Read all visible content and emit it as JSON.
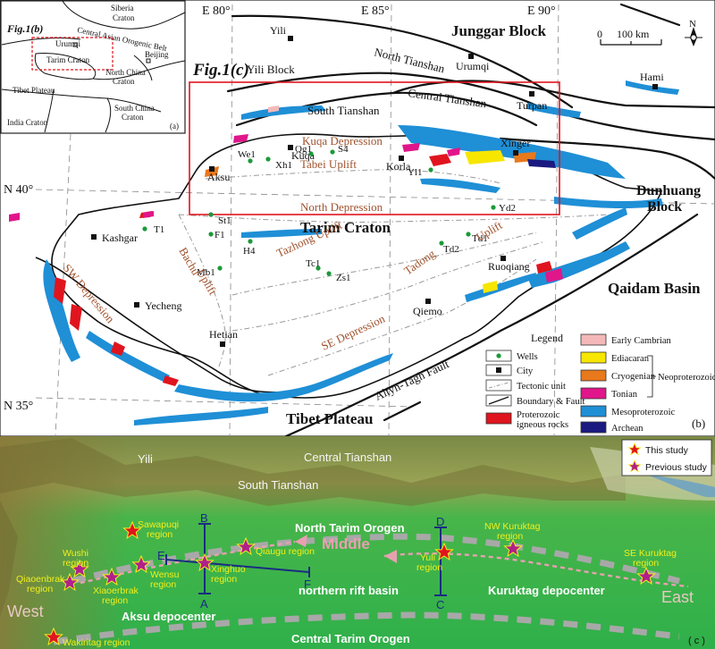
{
  "fig_b": {
    "panel_letter": "(b)",
    "title": "Fig.1(c)",
    "blocks": {
      "junggar": "Junggar Block",
      "tarim": "Tarim Craton",
      "tibet": "Tibet Plateau",
      "qaidam": "Qaidam Basin",
      "dunhuang_1": "Dunhuang",
      "dunhuang_2": "Block",
      "yili_block": "Yili Block",
      "south_tianshan": "South Tianshan",
      "central_tianshan": "Central Tianshan",
      "north_tianshan": "North Tianshan",
      "altyn_tagh": "Altyn-Tagh Fault"
    },
    "lon_labels": [
      "E 80°",
      "E 85°",
      "E 90°"
    ],
    "lat_labels": [
      "N 40°",
      "N 35°"
    ],
    "cities": {
      "yili": "Yili",
      "urumqi": "Urumqi",
      "hami": "Hami",
      "turpan": "Turpan",
      "xinger": "Xinger",
      "korla": "Korla",
      "aksu": "Aksu",
      "kuqa": "Kuqa",
      "kashgar": "Kashgar",
      "yecheng": "Yecheng",
      "hetian": "Hetian",
      "qiemo": "Qiemo",
      "ruoqiang": "Ruoqiang"
    },
    "wells": {
      "we1": "We1",
      "xh1": "Xh1",
      "qg1": "Qg1",
      "s4": "S4",
      "yl1": "Yl1",
      "yd2": "Yd2",
      "st1": "St1",
      "t1": "T1",
      "f1": "F1",
      "h4": "H4",
      "mb1": "Mb1",
      "tc1": "Tc1",
      "zs1": "Zs1",
      "td1": "Td1",
      "td2": "Td2"
    },
    "units": {
      "kuqa_dep": "Kuqa Depression",
      "tabei": "Tabei Uplift",
      "north_dep": "North Depression",
      "bachu_1": "Bachu",
      "bachu_2": "Uplift",
      "sw_dep": "SW Depression",
      "tazhong": "Tazhong Uplift",
      "tadong_1": "Tadong",
      "tadong_2": "Uplift",
      "se_dep": "SE Depression"
    },
    "scale": {
      "zero": "0",
      "label": "100 km"
    },
    "north": "N",
    "legend": {
      "title": "Legend",
      "wells": "Wells",
      "city": "City",
      "tectonic": "Tectonic unit",
      "boundary": "Boundary & Fault",
      "igneous_1": "Proterozoic",
      "igneous_2": "igneous rocks",
      "early_cambrian": "Early Cambrian",
      "ediacaran": "Ediacaran",
      "cryogenian": "Cryogenian",
      "tonian": "Tonian",
      "neoproterozoic": "Neoproterozoic",
      "mesoproterozoic": "Mesoproterozoic",
      "archean": "Archean"
    },
    "colors": {
      "early_cambrian": "#f4b8b8",
      "ediacaran": "#f7e600",
      "cryogenian": "#e8791c",
      "tonian": "#e0168a",
      "mesoproterozoic": "#1f8fd6",
      "archean": "#1a1a80",
      "igneous": "#e0141e",
      "unit_text": "#a0522d",
      "box": "#e0141e"
    }
  },
  "fig_a": {
    "panel_letter": "(a)",
    "title": "Fig.1(b)",
    "labels": {
      "siberia": "Siberia",
      "craton": "Craton",
      "caob": "Central Asian Orogenic Belt",
      "urumqi": "Urumqi",
      "tarim": "Tarim Craton",
      "beijing": "Beijing",
      "ncc_1": "North China",
      "ncc_2": "Craton",
      "tibet": "Tibet Plateau",
      "scc_1": "South China",
      "scc_2": "Craton",
      "india": "India Craton"
    }
  },
  "fig_c": {
    "panel_letter": "( c )",
    "legend": {
      "this_study": "This study",
      "previous_study": "Previous study"
    },
    "regions": {
      "yili": "Yili",
      "central_tianshan": "Central Tianshan",
      "south_tianshan": "South Tianshan",
      "north_orogen": "North Tarim Orogen",
      "middle": "Middle",
      "west": "West",
      "east": "East",
      "rift": "northern rift basin",
      "aksu": "Aksu depocenter",
      "kuruktag_dep": "Kuruktag depocenter",
      "central_orogen": "Central Tarim Orogen"
    },
    "sites": {
      "sawapuqi_1": "Sawapuqi",
      "sawapuqi_2": "region",
      "wushi_1": "Wushi",
      "wushi_2": "region",
      "qiaoenbrak_1": "Qiaoenbrak",
      "qiaoenbrak_2": "region",
      "xiaoerbrak_1": "Xiaoerbrak",
      "xiaoerbrak_2": "region",
      "wensu_1": "Wensu",
      "wensu_2": "region",
      "xinghuo_1": "Xinghuo",
      "xinghuo_2": "region",
      "qiaugu": "Qiaugu region",
      "yuli_1": "Yuli",
      "yuli_2": "region",
      "nw_kuruktag_1": "NW Kuruktag",
      "nw_kuruktag_2": "region",
      "se_kuruktag_1": "SE Kuruktag",
      "se_kuruktag_2": "region",
      "wakiritag": "Wakiritag region"
    },
    "section_letters": {
      "a": "A",
      "b": "B",
      "c": "C",
      "d": "D",
      "e": "E",
      "f": "F"
    },
    "colors": {
      "star": "#e0141e",
      "site_text": "#f2ee1a",
      "arrow": "#e8a0b0"
    }
  }
}
